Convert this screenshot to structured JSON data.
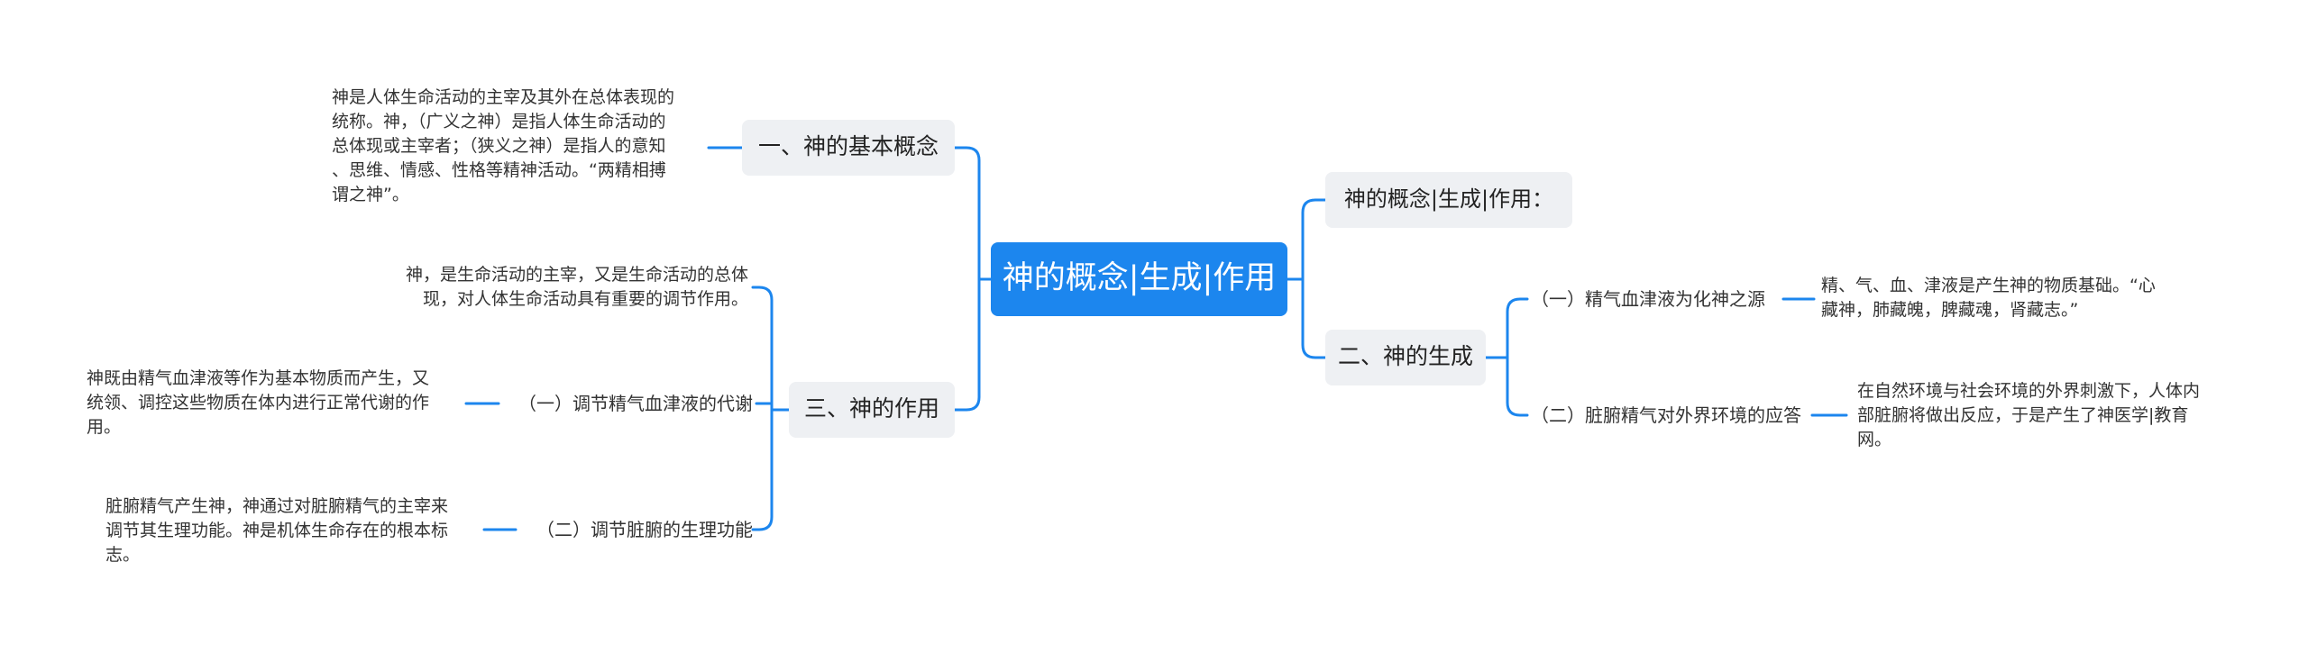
{
  "root": {
    "label": "神的概念|生成|作用"
  },
  "right": {
    "intro": "神的概念|生成|作用：",
    "generation": {
      "label": "二、神的生成",
      "children": [
        {
          "label": "（一）精气血津液为化神之源",
          "detail": "精、气、血、津液是产生神的物质基础。“心\n藏神，肺藏魄，脾藏魂，肾藏志。”"
        },
        {
          "label": "（二）脏腑精气对外界环境的应答",
          "detail": "在自然环境与社会环境的外界刺激下，人体内\n部脏腑将做出反应，于是产生了神医学|教育\n网。"
        }
      ]
    }
  },
  "left": {
    "concept": {
      "label": "一、神的基本概念",
      "detail": "神是人体生命活动的主宰及其外在总体表现的\n统称。神，（广义之神）是指人体生命活动的\n总体现或主宰者；（狭义之神）是指人的意知\n、思维、情感、性格等精神活动。“两精相搏\n谓之神”。"
    },
    "function": {
      "label": "三、神的作用",
      "summary": "神，是生命活动的主宰，又是生命活动的总体\n现，对人体生命活动具有重要的调节作用。",
      "children": [
        {
          "label": "（一）调节精气血津液的代谢",
          "detail": "神既由精气血津液等作为基本物质而产生，又\n统领、调控这些物质在体内进行正常代谢的作\n用。"
        },
        {
          "label": "（二）调节脏腑的生理功能",
          "detail": "脏腑精气产生神，神通过对脏腑精气的主宰来\n调节其生理功能。神是机体生命存在的根本标\n志。"
        }
      ]
    }
  },
  "colors": {
    "root_bg": "#1c86ee",
    "topic_bg": "#eef0f3",
    "line": "#1c86ee"
  }
}
